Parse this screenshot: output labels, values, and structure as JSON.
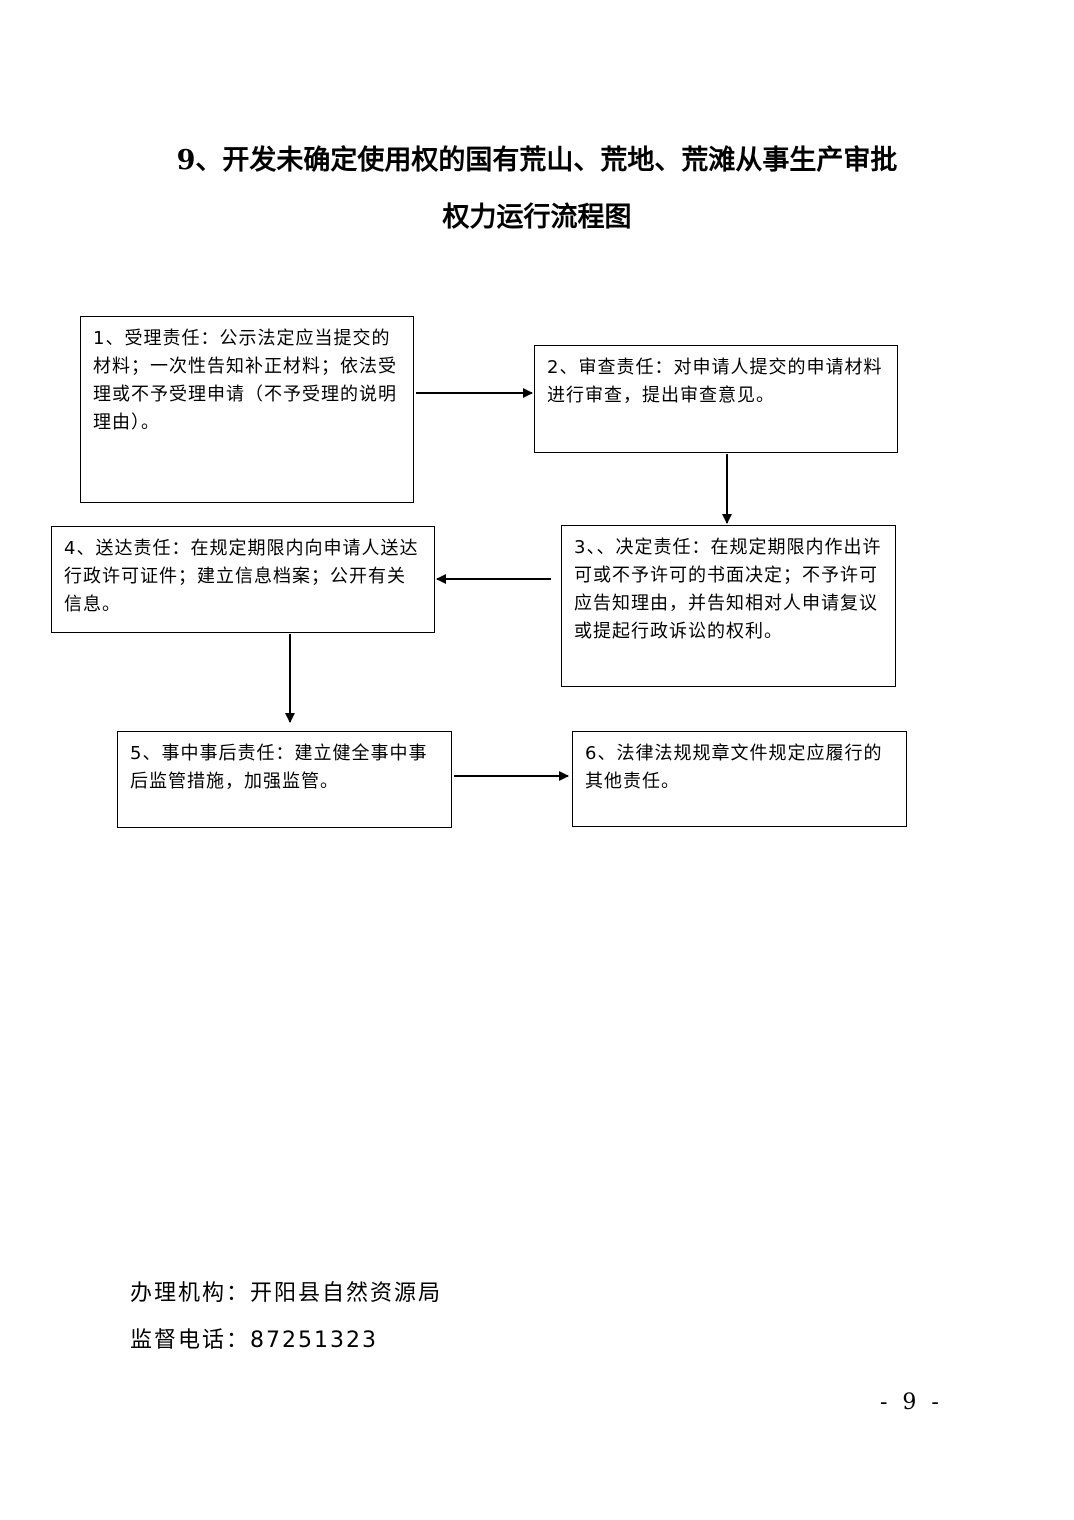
{
  "title": {
    "line1": "9、开发未确定使用权的国有荒山、荒地、荒滩从事生产审批",
    "line2": "权力运行流程图"
  },
  "steps": [
    {
      "text": "1、受理责任：公示法定应当提交的材料；一次性告知补正材料；依法受理或不予受理申请（不予受理的说明理由）。"
    },
    {
      "text": "2、审查责任：对申请人提交的申请材料进行审查，提出审查意见。"
    },
    {
      "text": "3、、决定责任：在规定期限内作出许可或不予许可的书面决定；不予许可应告知理由，并告知相对人申请复议或提起行政诉讼的权利。"
    },
    {
      "text": "4、送达责任：在规定期限内向申请人送达行政许可证件；建立信息档案；公开有关信息。"
    },
    {
      "text": "5、事中事后责任：建立健全事中事后监管措施，加强监管。"
    },
    {
      "text": "6、法律法规规章文件规定应履行的其他责任。"
    }
  ],
  "footer": {
    "agency": "办理机构：开阳县自然资源局",
    "phone": "监督电话：87251323"
  },
  "page_number": "- 9 -"
}
